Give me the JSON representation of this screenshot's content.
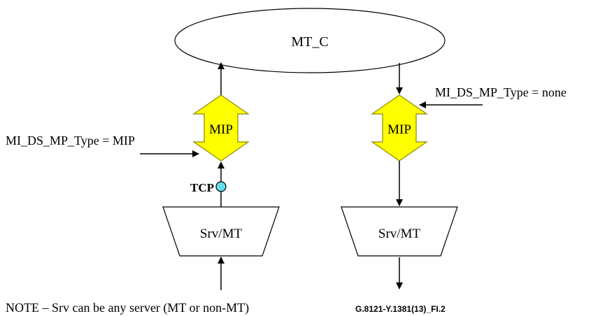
{
  "diagram": {
    "connection_function": "MT_C",
    "left_mip_label": "MIP",
    "right_mip_label": "MIP",
    "left_mi_signal": "MI_DS_MP_Type = MIP",
    "right_mi_signal": "MI_DS_MP_Type = none",
    "tcp_label": "TCP",
    "left_adaptation_label": "Srv/MT",
    "right_adaptation_label": "Srv/MT"
  },
  "note": "NOTE – Srv can be any server (MT or non-MT)",
  "figure_id": "G.8121-Y.1381(13)_FI.2",
  "colors": {
    "mip_fill": "#ffff00",
    "tcp_fill": "#66ddee",
    "line": "#000000"
  }
}
